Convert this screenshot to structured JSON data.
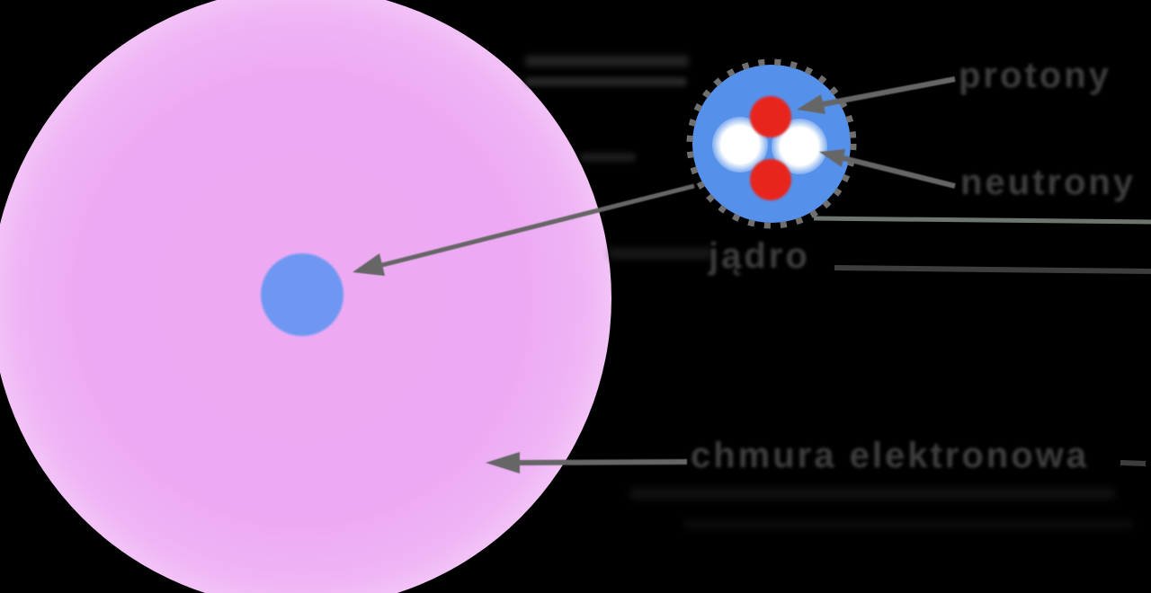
{
  "diagram": {
    "description": "atom-structure-diagram",
    "labels": {
      "proton": "protony",
      "neutron": "neutrony",
      "nucleus": "jądro",
      "electron_cloud": "chmura elektronowa"
    },
    "colors": {
      "background": "#000000",
      "electron_cloud_pink": "#edaaf3",
      "nucleus_small_blue": "#6e97f1",
      "nucleus_zoom_blue": "#5591ea",
      "proton_red": "#e8251d",
      "neutron_white": "#ffffff",
      "arrow_gray": "#666666",
      "label_gray": "#3d3d3d",
      "rim_dash_gray": "#6f6f6f",
      "leader_line_light": "#6e756f",
      "leader_line_dark": "#3d3d3d"
    },
    "icons": [
      "arrow-to-proton-icon",
      "arrow-to-neutron-icon",
      "arrow-zoom-to-nucleus-icon",
      "arrow-to-electron-cloud-icon"
    ]
  }
}
